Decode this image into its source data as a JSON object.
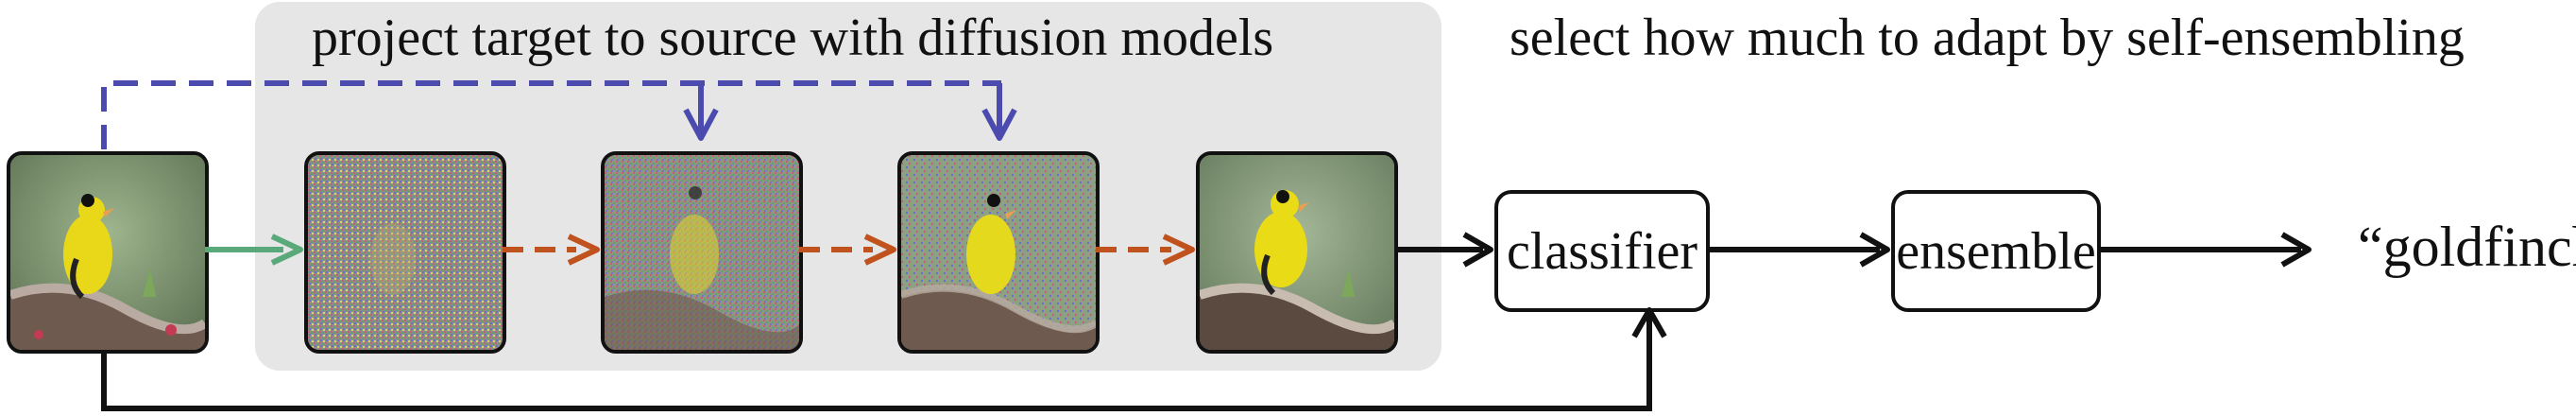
{
  "panel_title": "project target to source with diffusion models",
  "right_title": "select how much to adapt by self-ensembling",
  "boxes": {
    "classifier": "classifier",
    "ensemble": "ensemble"
  },
  "output_label": "“goldfinch”",
  "colors": {
    "panel_bg": "#e6e6e6",
    "forward_arrow": "#5aa97a",
    "denoise_arrow": "#c0521e",
    "guidance_arrow": "#4a4aaf",
    "flow_arrow": "#111111"
  }
}
